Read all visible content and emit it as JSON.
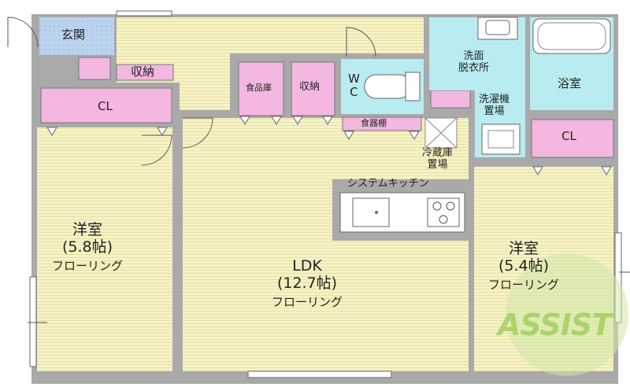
{
  "rooms": {
    "genkan": "玄関",
    "shuno1": "収納",
    "cl_left": "CL",
    "shokuhinko": "食品庫",
    "shuno2": "収納",
    "wc": [
      "W",
      "C"
    ],
    "senmen": [
      "洗面",
      "脱衣所"
    ],
    "yokushitsu": "浴室",
    "sentakuki": [
      "洗濯機",
      "置場"
    ],
    "cl_right": "CL",
    "shokkidana": "食器棚",
    "reizouko": [
      "冷蔵庫",
      "置場"
    ],
    "kitchen": "システムキッチン",
    "western_left": [
      "洋室",
      "(5.8帖)",
      "フローリング"
    ],
    "ldk": [
      "LDK",
      "(12.7帖)",
      "フローリング"
    ],
    "western_right": [
      "洋室",
      "(5.4帖)",
      "フローリング"
    ]
  },
  "watermark": {
    "text": "ASSIST",
    "color": "#9fcf5a"
  },
  "colors": {
    "wall": "#a9a9a9",
    "floor": "#f7f2c6",
    "storage": "#f3b7e0",
    "water_area": "#b8ecf0",
    "entrance": "#bcd3ef"
  }
}
